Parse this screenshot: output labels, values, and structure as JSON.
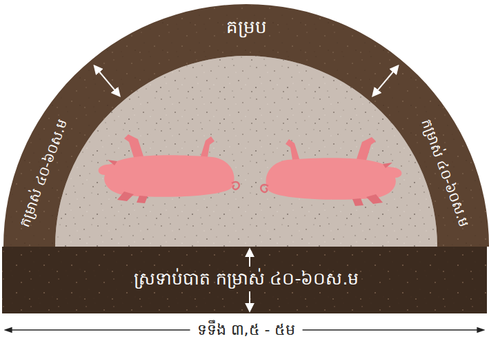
{
  "diagram": {
    "nodes": [
      {
        "text": [
          "គម្រប",
          "កម្រាស់ ៤០-៦០ស.ម",
          "កម្រាស់ ៤០-៦០ស.ម"
        ]
      },
      {
        "text": [
          "ស្រទាប់បាត កម្រាស់ ៤០-៦០ស.ម"
        ]
      }
    ],
    "labels": [
      "ទទឹង ៣,៥ - ៥ម"
    ]
  }
}
